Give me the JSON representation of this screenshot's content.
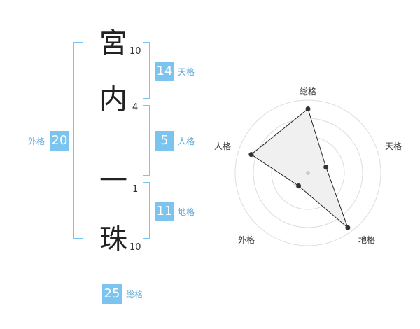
{
  "characters": [
    {
      "char": "宮",
      "strokes": "10"
    },
    {
      "char": "内",
      "strokes": "4"
    },
    {
      "char": "一",
      "strokes": "1"
    },
    {
      "char": "珠",
      "strokes": "10"
    }
  ],
  "fortunes": {
    "tenkaku": {
      "value": "14",
      "label": "天格"
    },
    "jinkaku": {
      "value": "5",
      "label": "人格"
    },
    "chikaku": {
      "value": "11",
      "label": "地格"
    },
    "gaikaku": {
      "value": "20",
      "label": "外格"
    },
    "soukaku": {
      "value": "25",
      "label": "総格"
    }
  },
  "colors": {
    "accent": "#7cc4f0",
    "label": "#5aa9dc"
  },
  "chart_data": {
    "type": "radar",
    "axes": [
      "総格",
      "天格",
      "地格",
      "外格",
      "人格"
    ],
    "values": [
      0.88,
      0.26,
      0.93,
      0.22,
      0.82
    ],
    "range": [
      0,
      1
    ],
    "rings": 4,
    "grid": true
  }
}
